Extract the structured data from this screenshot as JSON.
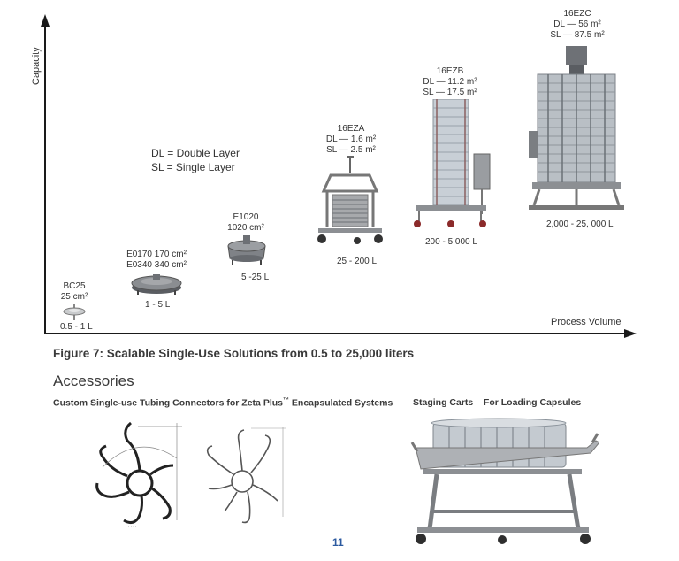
{
  "chart": {
    "y_axis_label": "Capacity",
    "x_axis_label": "Process Volume",
    "legend": {
      "line1": "DL = Double Layer",
      "line2": "SL = Single Layer"
    },
    "products": [
      {
        "lines": [
          "BC25",
          "25 cm²"
        ],
        "range": "0.5 - 1 L"
      },
      {
        "lines": [
          "E0170 170 cm²",
          "E0340 340 cm²"
        ],
        "range": "1 - 5 L"
      },
      {
        "lines": [
          "E1020",
          "1020 cm²"
        ],
        "range": "5 -25 L"
      },
      {
        "lines": [
          "16EZA",
          "DL — 1.6 m²",
          "SL — 2.5 m²"
        ],
        "range": "25 - 200 L"
      },
      {
        "lines": [
          "16EZB",
          "DL — 11.2 m²",
          "SL — 17.5 m²"
        ],
        "range": "200 - 5,000 L"
      },
      {
        "lines": [
          "16EZC",
          "DL — 56 m²",
          "SL — 87.5 m²"
        ],
        "range": "2,000 - 25, 000 L"
      }
    ]
  },
  "caption": "Figure 7: Scalable Single-Use Solutions from 0.5 to 25,000 liters",
  "accessories": {
    "title": "Accessories",
    "left_heading_main": "Custom Single-use Tubing Connectors for Zeta Plus",
    "left_heading_tm": "™",
    "left_heading_tail": " Encapsulated Systems",
    "right_heading": "Staging Carts – For Loading Capsules"
  },
  "page_number": "11",
  "colors": {
    "axis": "#1a1a1a",
    "steel": "#8c8f93",
    "page_number": "#2c5aa0"
  }
}
